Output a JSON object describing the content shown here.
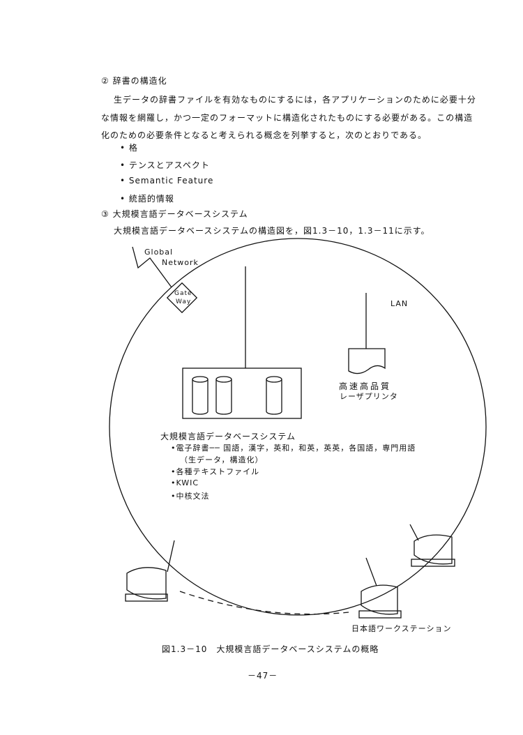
{
  "section2": {
    "heading": "② 辞書の構造化",
    "para": [
      "生データの辞書ファイルを有効なものにするには，各アプリケーションのために必要十分",
      "な情報を網羅し，かつ一定のフォーマットに構造化されたものにする必要がある。この構造",
      "化のための必要条件となると考えられる概念を列挙すると，次のとおりである。"
    ],
    "bullets": [
      "• 格",
      "• テンスとアスペクト",
      "• Semantic Feature",
      "• 統語的情報"
    ]
  },
  "section3": {
    "heading": "③ 大規模言語データベースシステム",
    "para": "大規模言語データベースシステムの構造図を，図1.3－10，1.3－11に示す。"
  },
  "diagram": {
    "global": "Global",
    "network": "Network",
    "gate": "Gate",
    "way": "Way",
    "lan": "LAN",
    "printer1": "高速高品質",
    "printer2": "レーザプリンタ",
    "db_title": "大規模言語データベースシステム",
    "db_items": [
      "•電子辞書── 国語，漢字，英和，和英，英英，各国語，専門用語",
      "（生データ，構造化）",
      "•各種テキストファイル",
      "•KWIC",
      "•中核文法"
    ],
    "workstation": "日本語ワークステーション"
  },
  "caption": "図1.3－10　大規模言語データベースシステムの概略",
  "page_number": "－47－"
}
